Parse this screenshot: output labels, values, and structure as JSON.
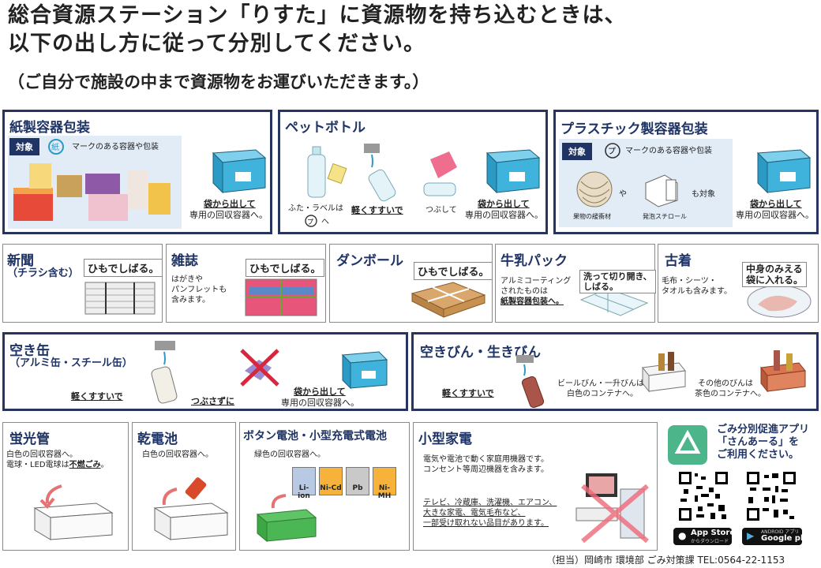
{
  "header": {
    "line1": "総合資源ステーション「りすた」に資源物を持ち込むときは、",
    "line2": "以下の出し方に従って分別してください。",
    "line3": "（ご自分で施設の中まで資源物をお運びいただきます。）"
  },
  "paper_pack": {
    "title": "紙製容器包装",
    "tag": "対象",
    "mark_text": "マークのある容器や包装",
    "note_u": "袋から出して",
    "note": "専用の回収容器へ。"
  },
  "pet": {
    "title": "ペットボトル",
    "cap_label": "ふた・ラベルは",
    "cap_to": "へ",
    "rinse": "軽くすすいで",
    "crush": "つぶして",
    "note_u": "袋から出して",
    "note": "専用の回収容器へ。"
  },
  "plastic": {
    "title": "プラスチック製容器包装",
    "tag": "対象",
    "mark_text": "マークのある容器や包装",
    "or": "や",
    "also": "も対象",
    "item1": "果物の緩衝材",
    "item2": "発泡スチロール",
    "note_u": "袋から出して",
    "note": "専用の回収容器へ。"
  },
  "newspaper": {
    "title": "新聞",
    "sub": "（チラシ含む）",
    "bind": "ひもでしばる。"
  },
  "magazine": {
    "title": "雑誌",
    "desc1": "はがきや",
    "desc2": "パンフレットも",
    "desc3": "含みます。",
    "bind": "ひもでしばる。"
  },
  "cardboard": {
    "title": "ダンボール",
    "bind": "ひもでしばる。"
  },
  "milk": {
    "title": "牛乳パック",
    "desc1": "アルミコーティング",
    "desc2": "されたものは",
    "desc3": "紙製容器包装へ。",
    "bind1": "洗って切り開き、",
    "bind2": "しばる。"
  },
  "clothes": {
    "title": "古着",
    "desc1": "毛布・シーツ・",
    "desc2": "タオルも含みます。",
    "bind1": "中身のみえる",
    "bind2": "袋に入れる。"
  },
  "cans": {
    "title": "空き缶",
    "sub": "（アルミ缶・スチール缶）",
    "rinse": "軽くすすいで",
    "nocrush": "つぶさずに",
    "note_u": "袋から出して",
    "note": "専用の回収容器へ。"
  },
  "bottles": {
    "title": "空きびん・生きびん",
    "rinse": "軽くすすいで",
    "beer1": "ビールびん・一升びんは",
    "beer2": "白色のコンテナへ。",
    "other1": "その他のびんは",
    "other2": "茶色のコンテナへ。"
  },
  "fluor": {
    "title": "蛍光管",
    "l1": "白色の回収容器へ。",
    "l2a": "電球・LED電球は",
    "l2b": "不燃ごみ",
    "l2c": "。"
  },
  "dry": {
    "title": "乾電池",
    "l1": "白色の回収容器へ。"
  },
  "button": {
    "title": "ボタン電池・小型充電式電池",
    "l1": "緑色の回収容器へ。",
    "types": [
      "Li-ion",
      "Ni-Cd",
      "Pb",
      "Ni-MH"
    ]
  },
  "appliance": {
    "title": "小型家電",
    "l1": "電気や電池で動く家庭用機器です。",
    "l2": "コンセント等周辺機器を含みます。",
    "l3": "テレビ、冷蔵庫、洗濯機、エアコン、",
    "l4": "大きな家電、電気毛布など、",
    "l5": "一部受け取れない品目があります。"
  },
  "app": {
    "l1": "ごみ分別促進アプリ",
    "l2": "「さんあーる」を",
    "l3": "ご利用ください。",
    "appstore": "App Store",
    "appstore_sub": "からダウンロード",
    "google": "Google play",
    "google_sub": "ANDROID アプリ"
  },
  "footer": "（担当）岡崎市 環境部 ごみ対策課 TEL:0564-22-1153",
  "colors": {
    "navy": "#26345e",
    "accent": "#1f3464",
    "teal": "#2b9bc6"
  }
}
